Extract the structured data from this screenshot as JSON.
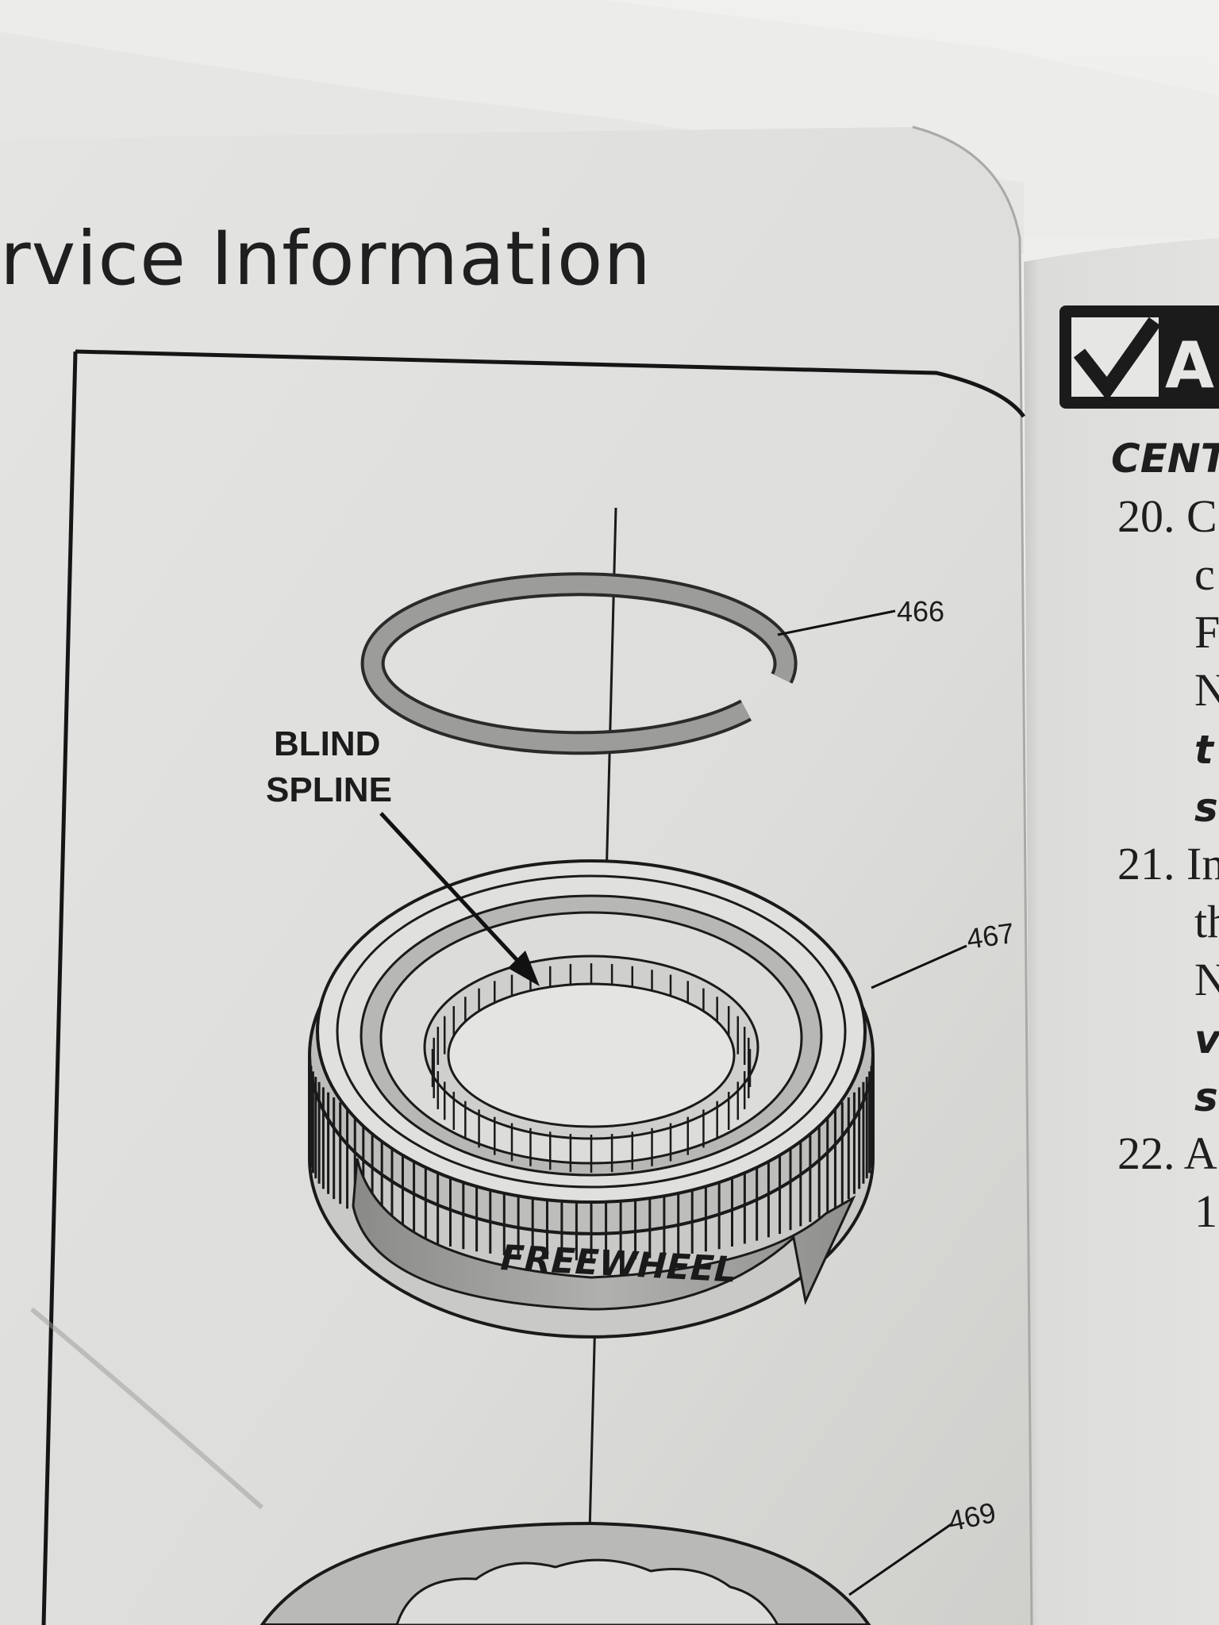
{
  "page": {
    "header_title": "rvice Information"
  },
  "figure": {
    "callouts": {
      "blind_spline_line1": "BLIND",
      "blind_spline_line2": "SPLINE",
      "part_466": "466",
      "part_467": "467",
      "part_469": "469",
      "freewheel": "FREEWHEEL"
    }
  },
  "facing_page": {
    "logo_letter": "A",
    "heading": "CENT",
    "lines": [
      {
        "text": "20. C",
        "style": "step"
      },
      {
        "text": "c",
        "style": "body"
      },
      {
        "text": "F",
        "style": "body"
      },
      {
        "text": "N",
        "style": "body"
      },
      {
        "text": "t",
        "style": "bold"
      },
      {
        "text": "s",
        "style": "bold"
      },
      {
        "text": "21. In",
        "style": "step"
      },
      {
        "text": "th",
        "style": "body"
      },
      {
        "text": "N",
        "style": "body"
      },
      {
        "text": "v",
        "style": "bold"
      },
      {
        "text": "s",
        "style": "bold"
      },
      {
        "text": "22. A",
        "style": "step"
      },
      {
        "text": "1",
        "style": "body"
      }
    ]
  }
}
